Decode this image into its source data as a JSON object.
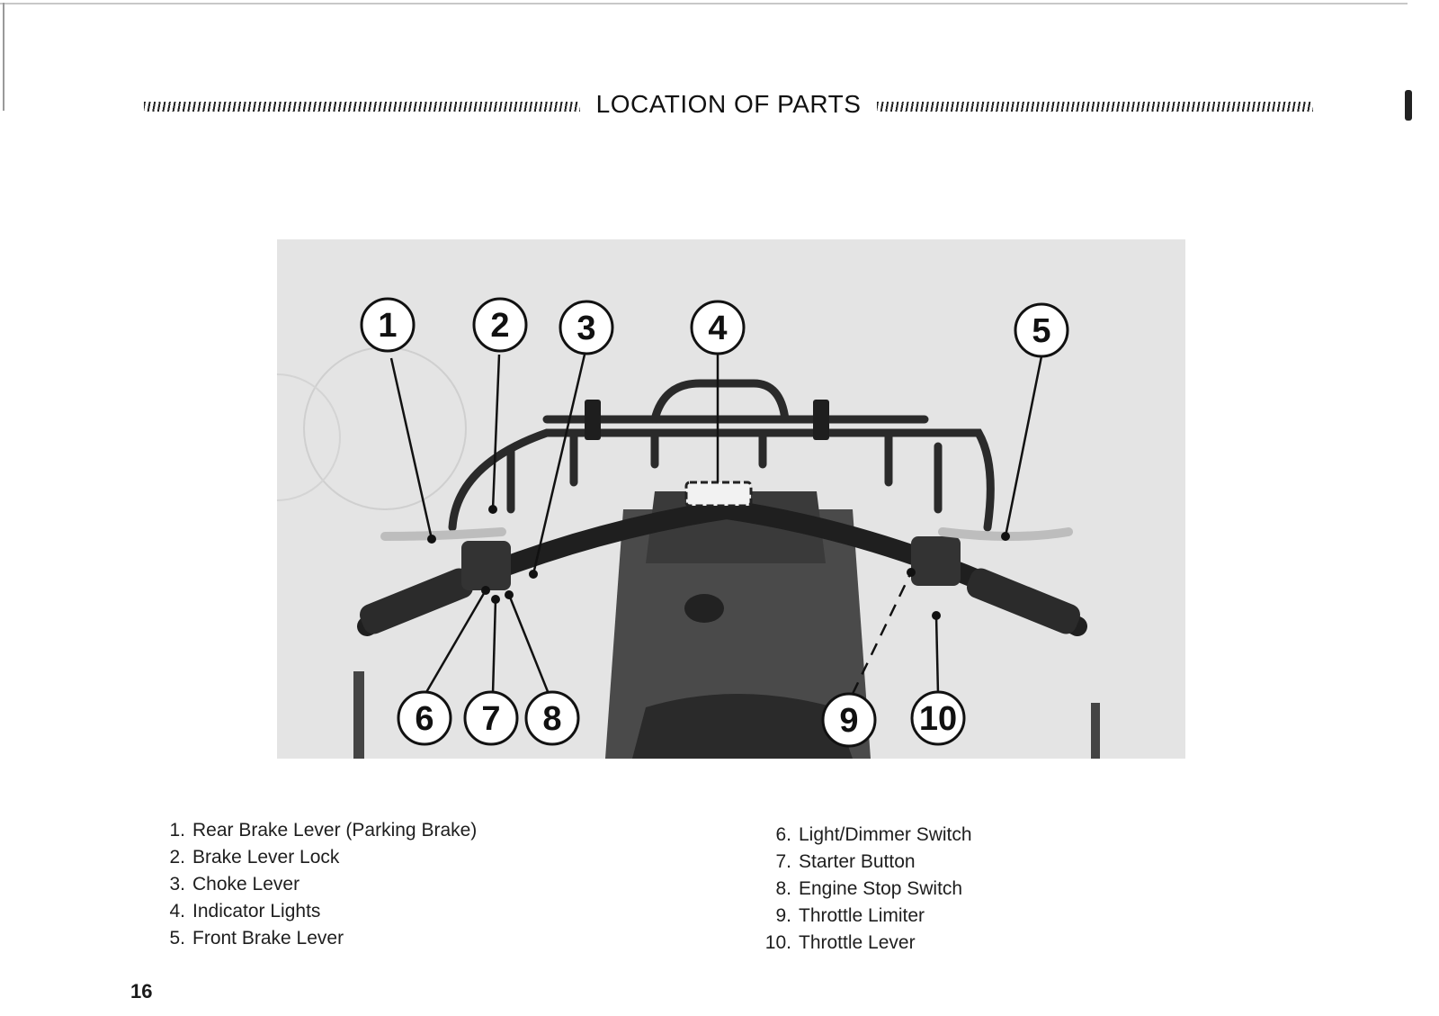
{
  "header": {
    "title": "LOCATION OF PARTS"
  },
  "diagram": {
    "callouts": [
      "1",
      "2",
      "3",
      "4",
      "5",
      "6",
      "7",
      "8",
      "9",
      "10"
    ]
  },
  "legend_left": [
    {
      "num": "1.",
      "label": "Rear Brake Lever (Parking Brake)"
    },
    {
      "num": "2.",
      "label": "Brake Lever Lock"
    },
    {
      "num": "3.",
      "label": "Choke Lever"
    },
    {
      "num": "4.",
      "label": "Indicator Lights"
    },
    {
      "num": "5.",
      "label": "Front Brake Lever"
    }
  ],
  "legend_right": [
    {
      "num": "6.",
      "label": "Light/Dimmer Switch"
    },
    {
      "num": "7.",
      "label": "Starter Button"
    },
    {
      "num": "8.",
      "label": "Engine Stop Switch"
    },
    {
      "num": "9.",
      "label": "Throttle Limiter"
    },
    {
      "num": "10.",
      "label": "Throttle Lever"
    }
  ],
  "page_number": "16"
}
